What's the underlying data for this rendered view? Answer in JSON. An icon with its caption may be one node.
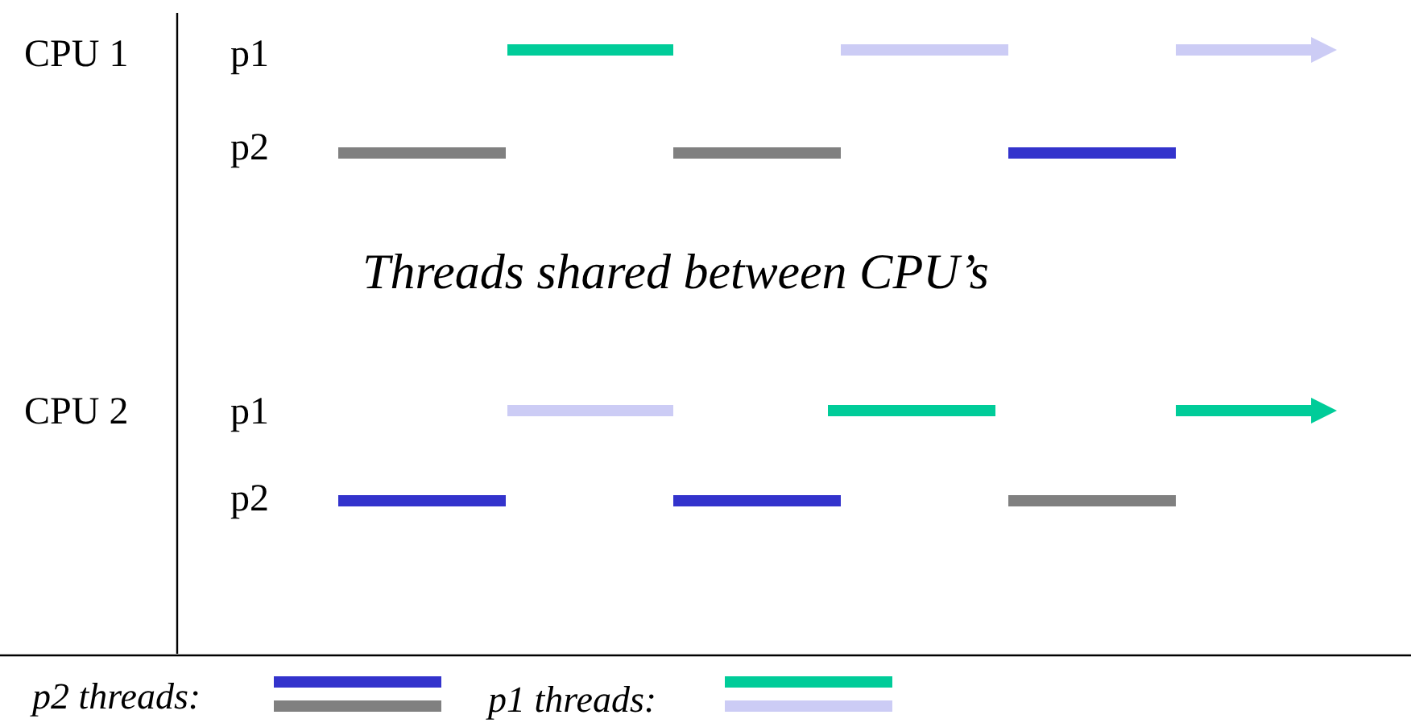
{
  "diagram": {
    "labels": [
      "CPU 1",
      "p1",
      "p2",
      "Threads shared between CPU’s",
      "CPU 2",
      "p1",
      "p2"
    ],
    "legend": [
      {
        "text": "p2 threads:",
        "color": "#3333cc"
      },
      {
        "text": "p1 threads:",
        "color": "#00cc99"
      }
    ]
  }
}
